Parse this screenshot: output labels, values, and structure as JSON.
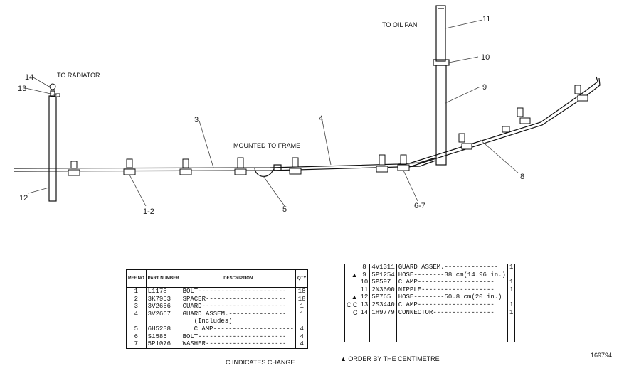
{
  "labels": {
    "to_radiator": "TO RADIATOR",
    "to_oil_pan": "TO OIL PAN",
    "mounted_to_frame": "MOUNTED TO FRAME"
  },
  "callouts": {
    "c1_2": "1-2",
    "c3": "3",
    "c4": "4",
    "c5": "5",
    "c6_7": "6-7",
    "c8": "8",
    "c9": "9",
    "c10": "10",
    "c11": "11",
    "c12": "12",
    "c13": "13",
    "c14": "14"
  },
  "left_table": {
    "headers": [
      "REF NO",
      "PART NUMBER",
      "DESCRIPTION",
      "QTY"
    ],
    "rows": [
      {
        "ref": "1",
        "part": "L1178",
        "desc": "BOLT-----------------------",
        "qty": "18"
      },
      {
        "ref": "2",
        "part": "3K7953",
        "desc": "SPACER---------------------",
        "qty": "18"
      },
      {
        "ref": "3",
        "part": "3V2666",
        "desc": "GUARD----------------------",
        "qty": "1"
      },
      {
        "ref": "4",
        "part": "3V2667",
        "desc": "GUARD ASSEM.---------------",
        "qty": "1"
      },
      {
        "ref": "",
        "part": "",
        "desc": "(Includes)",
        "qty": ""
      },
      {
        "ref": "5",
        "part": "6H5238",
        "desc": "CLAMP---------------------",
        "qty": "4"
      },
      {
        "ref": "6",
        "part": "S1585",
        "desc": "BOLT-----------------------",
        "qty": "4"
      },
      {
        "ref": "7",
        "part": "5P1076",
        "desc": "WASHER---------------------",
        "qty": "4"
      }
    ]
  },
  "right_table": {
    "rows": [
      {
        "mark": "",
        "ref": "8",
        "part": "4V1311",
        "desc": "GUARD ASSEM.--------------",
        "qty": "1"
      },
      {
        "mark": "▲",
        "ref": "9",
        "part": "5P1254",
        "desc": "HOSE--------38 cm(14.96 in.)",
        "qty": ""
      },
      {
        "mark": "",
        "ref": "10",
        "part": "5P597",
        "desc": "CLAMP--------------------",
        "qty": "1"
      },
      {
        "mark": "",
        "ref": "11",
        "part": "2N3600",
        "desc": "NIPPLE-------------------",
        "qty": "1"
      },
      {
        "mark": "▲",
        "ref": "12",
        "part": "5P765",
        "desc": "HOSE--------50.8 cm(20 in.)",
        "qty": ""
      },
      {
        "mark": "C C",
        "ref": "13",
        "part": "2S3440",
        "desc": "CLAMP--------------------",
        "qty": "1"
      },
      {
        "mark": "C",
        "ref": "14",
        "part": "1H9779",
        "desc": "CONNECTOR----------------",
        "qty": "1"
      }
    ]
  },
  "notes": {
    "change": "C INDICATES CHANGE",
    "order": "▲ ORDER BY THE CENTIMETRE",
    "illus_no": "169794"
  }
}
